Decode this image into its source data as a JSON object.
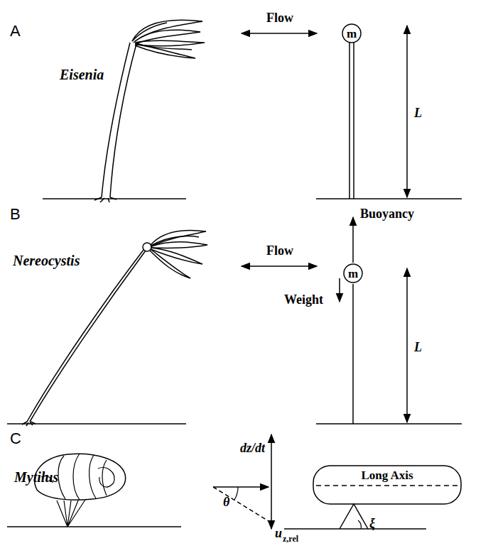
{
  "diagram": {
    "nodes": [
      {
        "text": [
          "m"
        ]
      },
      {
        "text": [
          "m"
        ]
      },
      {
        "text": [
          "Long Axis"
        ]
      }
    ],
    "edges": [],
    "labels": [
      "A",
      "Eisenia",
      "Flow",
      "L",
      "B",
      "Nereocystis",
      "Buoyancy",
      "Flow",
      "Weight",
      "L",
      "C",
      "Mytilus",
      "dz/dt",
      "θ",
      "u",
      "z,rel",
      "ξ"
    ]
  }
}
